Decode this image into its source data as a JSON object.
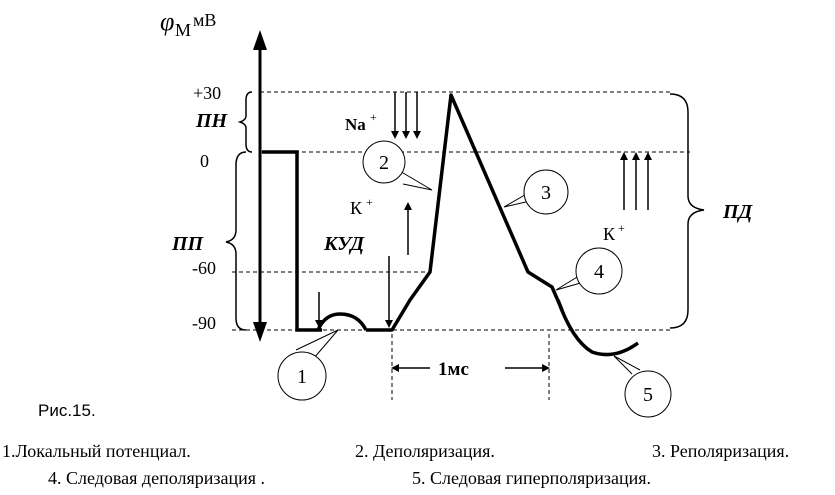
{
  "axis": {
    "symbol": "φ",
    "subscript": "М",
    "unit": "мВ"
  },
  "ticks": [
    "+30",
    "0",
    "-60",
    "-90"
  ],
  "regions": {
    "pn": "ПН",
    "pp": "ПП",
    "pd": "ПД",
    "kud": "КУД"
  },
  "ions": {
    "na": "Na",
    "k_left": "К",
    "k_right": "К",
    "charge": "+"
  },
  "duration": "1мс",
  "markers": [
    "1",
    "2",
    "3",
    "4",
    "5"
  ],
  "figure_label": "Рис.15.",
  "legend": {
    "item1": "1.Локальный потенциал.",
    "item2": "2. Деполяризация.",
    "item3": "3. Реполяризация.",
    "item4": "4. Следовая деполяризация .",
    "item5": "5. Следовая гиперполяризация."
  }
}
